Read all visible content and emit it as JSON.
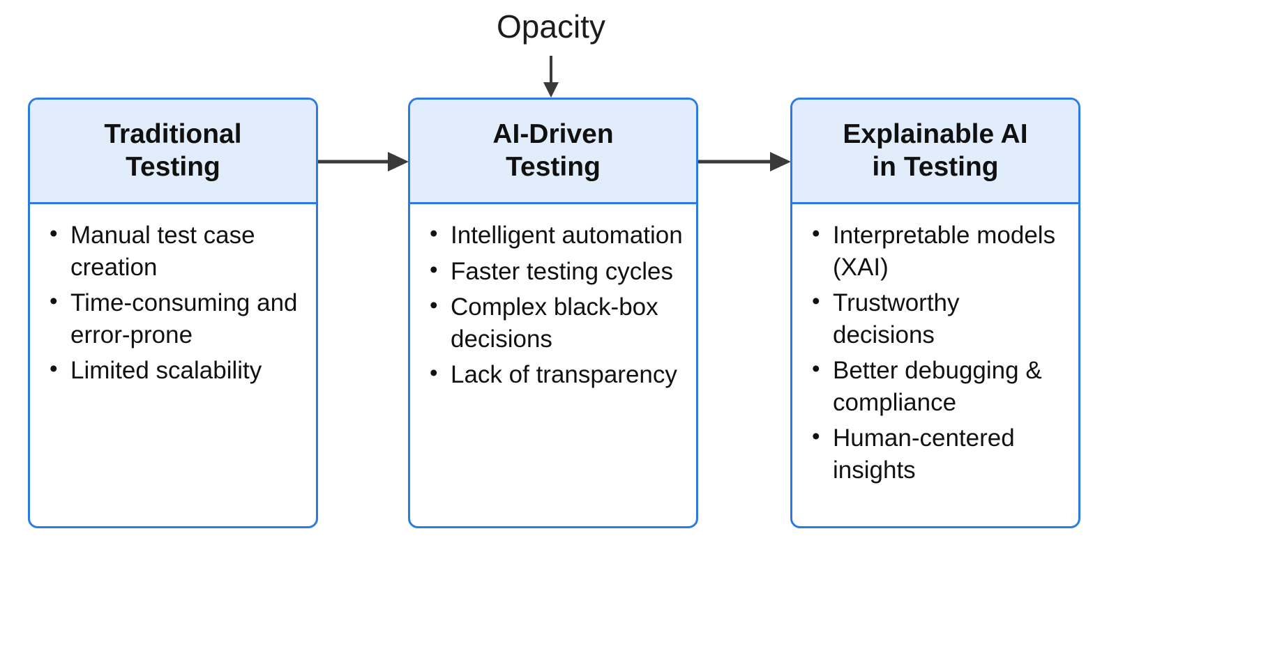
{
  "annotation": {
    "label": "Opacity",
    "arrow_icon": "down-arrow-icon",
    "points_to": "AI-Driven Testing"
  },
  "colors": {
    "border": "#2c7be5",
    "header_fill": "#e2edfc",
    "body_fill": "#ffffff",
    "arrow": "#3a3a3a",
    "text": "#111111"
  },
  "stages": [
    {
      "title": "Traditional\nTesting",
      "items": [
        "Manual test case creation",
        "Time-consuming and error-prone",
        "Limited scalability"
      ]
    },
    {
      "title": "AI-Driven\nTesting",
      "items": [
        "Intelligent automation",
        "Faster testing cycles",
        "Complex black-box decisions",
        "Lack of transparency"
      ]
    },
    {
      "title": "Explainable AI\nin Testing",
      "items": [
        "Interpretable models (XAI)",
        "Trustworthy decisions",
        "Better debugging & compliance",
        "Human-centered insights"
      ]
    }
  ],
  "connectors": [
    {
      "from": "Traditional Testing",
      "to": "AI-Driven Testing",
      "icon": "right-arrow-icon"
    },
    {
      "from": "AI-Driven Testing",
      "to": "Explainable AI in Testing",
      "icon": "right-arrow-icon"
    }
  ]
}
